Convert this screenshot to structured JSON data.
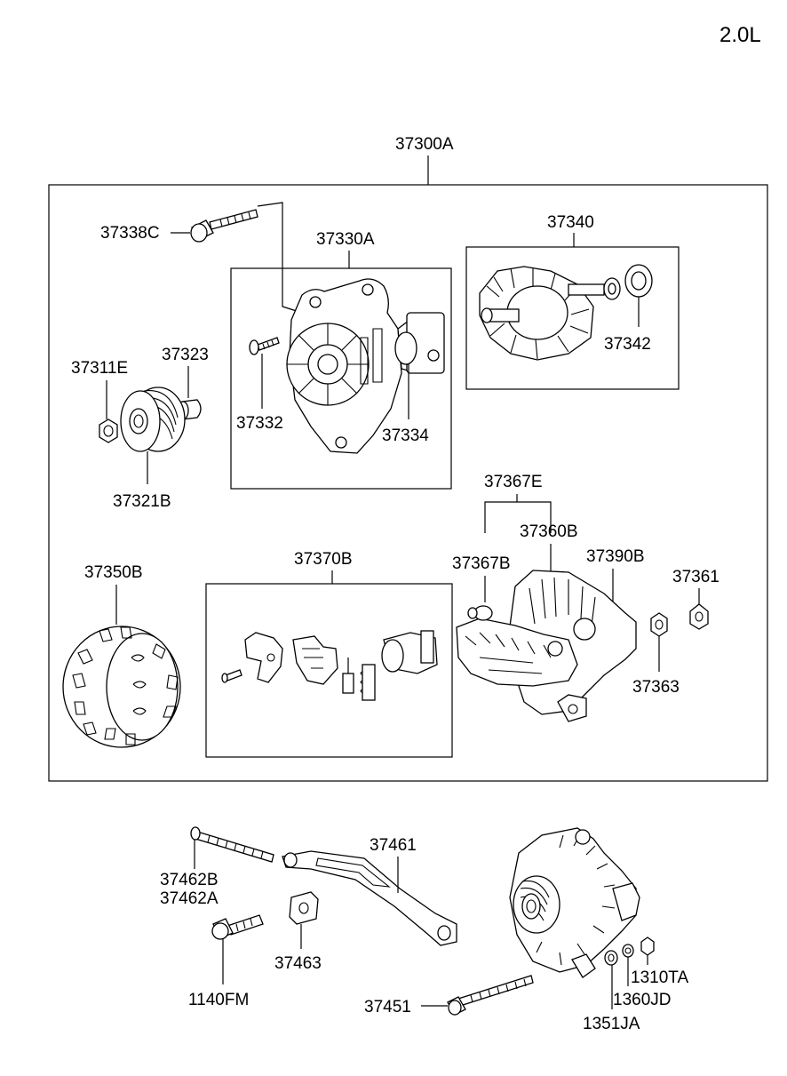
{
  "engine": "2.0L",
  "labels": {
    "p37300A": "37300A",
    "p37338C": "37338C",
    "p37330A": "37330A",
    "p37340": "37340",
    "p37342": "37342",
    "p37311E": "37311E",
    "p37323": "37323",
    "p37332": "37332",
    "p37334": "37334",
    "p37321B": "37321B",
    "p37367E": "37367E",
    "p37360B": "37360B",
    "p37367B": "37367B",
    "p37390B": "37390B",
    "p37361": "37361",
    "p37350B": "37350B",
    "p37370B": "37370B",
    "p37363": "37363",
    "p37461": "37461",
    "p37462B": "37462B",
    "p37462A": "37462A",
    "p37463": "37463",
    "p1140FM": "1140FM",
    "p1310TA": "1310TA",
    "p1360JD": "1360JD",
    "p37451": "37451",
    "p1351JA": "1351JA"
  }
}
